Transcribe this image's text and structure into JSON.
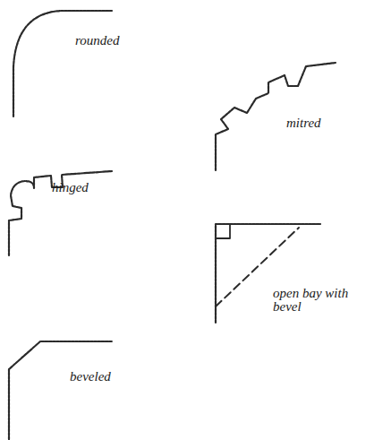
{
  "diagram": {
    "labels": [
      "rounded",
      "mitred",
      "hinged",
      "open bay with bevel",
      "beveled"
    ]
  }
}
